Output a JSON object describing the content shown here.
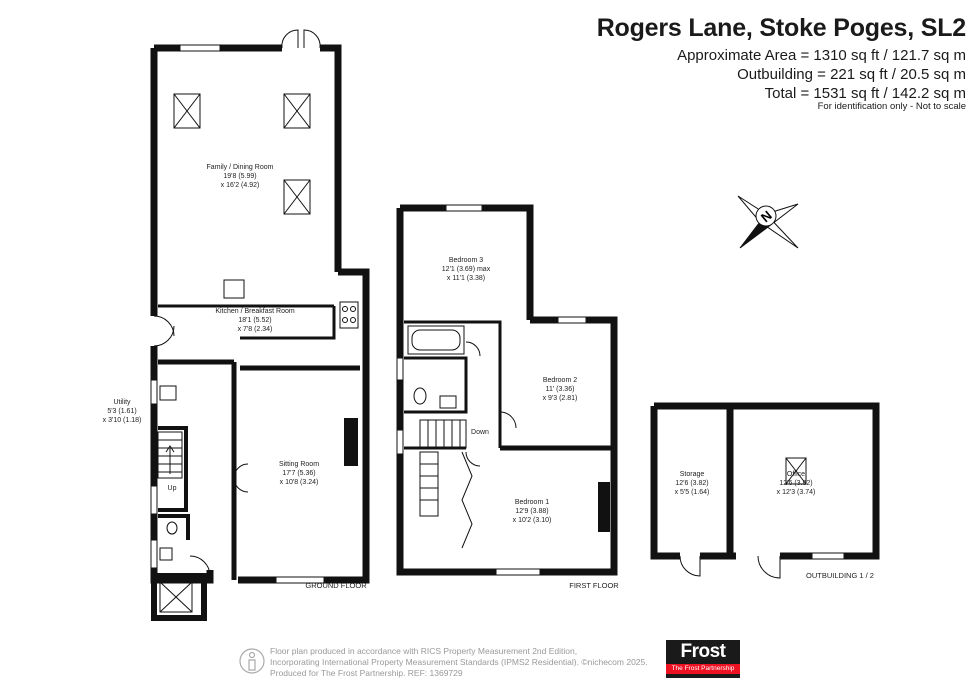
{
  "header": {
    "title": "Rogers Lane, Stoke Poges, SL2",
    "area_lines": [
      "Approximate Area = 1310 sq ft / 121.7 sq m",
      "Outbuilding = 221 sq ft / 20.5 sq m",
      "Total = 1531 sq ft / 142.2 sq m"
    ],
    "identification": "For identification only - Not to scale"
  },
  "compass": {
    "letter": "N",
    "icon": "compass-north-icon"
  },
  "rooms": {
    "family": {
      "name": "Family / Dining Room",
      "dim1": "19'8 (5.99)",
      "dim2": "x 16'2 (4.92)"
    },
    "kitchen": {
      "name": "Kitchen / Breakfast Room",
      "dim1": "18'1 (5.52)",
      "dim2": "x 7'8 (2.34)"
    },
    "utility": {
      "name": "Utility",
      "dim1": "5'3 (1.61)",
      "dim2": "x 3'10 (1.18)"
    },
    "sitting": {
      "name": "Sitting Room",
      "dim1": "17'7 (5.36)",
      "dim2": "x 10'8 (3.24)"
    },
    "bedroom3": {
      "name": "Bedroom 3",
      "dim1": "12'1 (3.69) max",
      "dim2": "x 11'1 (3.38)"
    },
    "bedroom2": {
      "name": "Bedroom 2",
      "dim1": "11' (3.36)",
      "dim2": "x 9'3 (2.81)"
    },
    "bedroom1": {
      "name": "Bedroom 1",
      "dim1": "12'9 (3.88)",
      "dim2": "x 10'2 (3.10)"
    },
    "storage": {
      "name": "Storage",
      "dim1": "12'6 (3.82)",
      "dim2": "x 5'5 (1.64)"
    },
    "office": {
      "name": "Office",
      "dim1": "12'6 (3.82)",
      "dim2": "x 12'3 (3.74)"
    }
  },
  "stairs": {
    "up": "Up",
    "down": "Down"
  },
  "floors": {
    "ground": "GROUND FLOOR",
    "first": "FIRST FLOOR",
    "outbuilding": "OUTBUILDING 1 / 2"
  },
  "footer": {
    "lines": [
      "Floor plan produced in accordance with RICS Property Measurement 2nd Edition,",
      "Incorporating International Property Measurement Standards (IPMS2 Residential).  ©nichecom 2025.",
      "Produced for The Frost Partnership.   REF:  1369729"
    ],
    "logo_main": "Frost",
    "logo_sub": "The Frost Partnership"
  },
  "colors": {
    "wall": "#111111",
    "text": "#1a1a1a",
    "footer_text": "#999999",
    "logo_bg": "#1a1a1a",
    "logo_accent": "#e11122"
  }
}
